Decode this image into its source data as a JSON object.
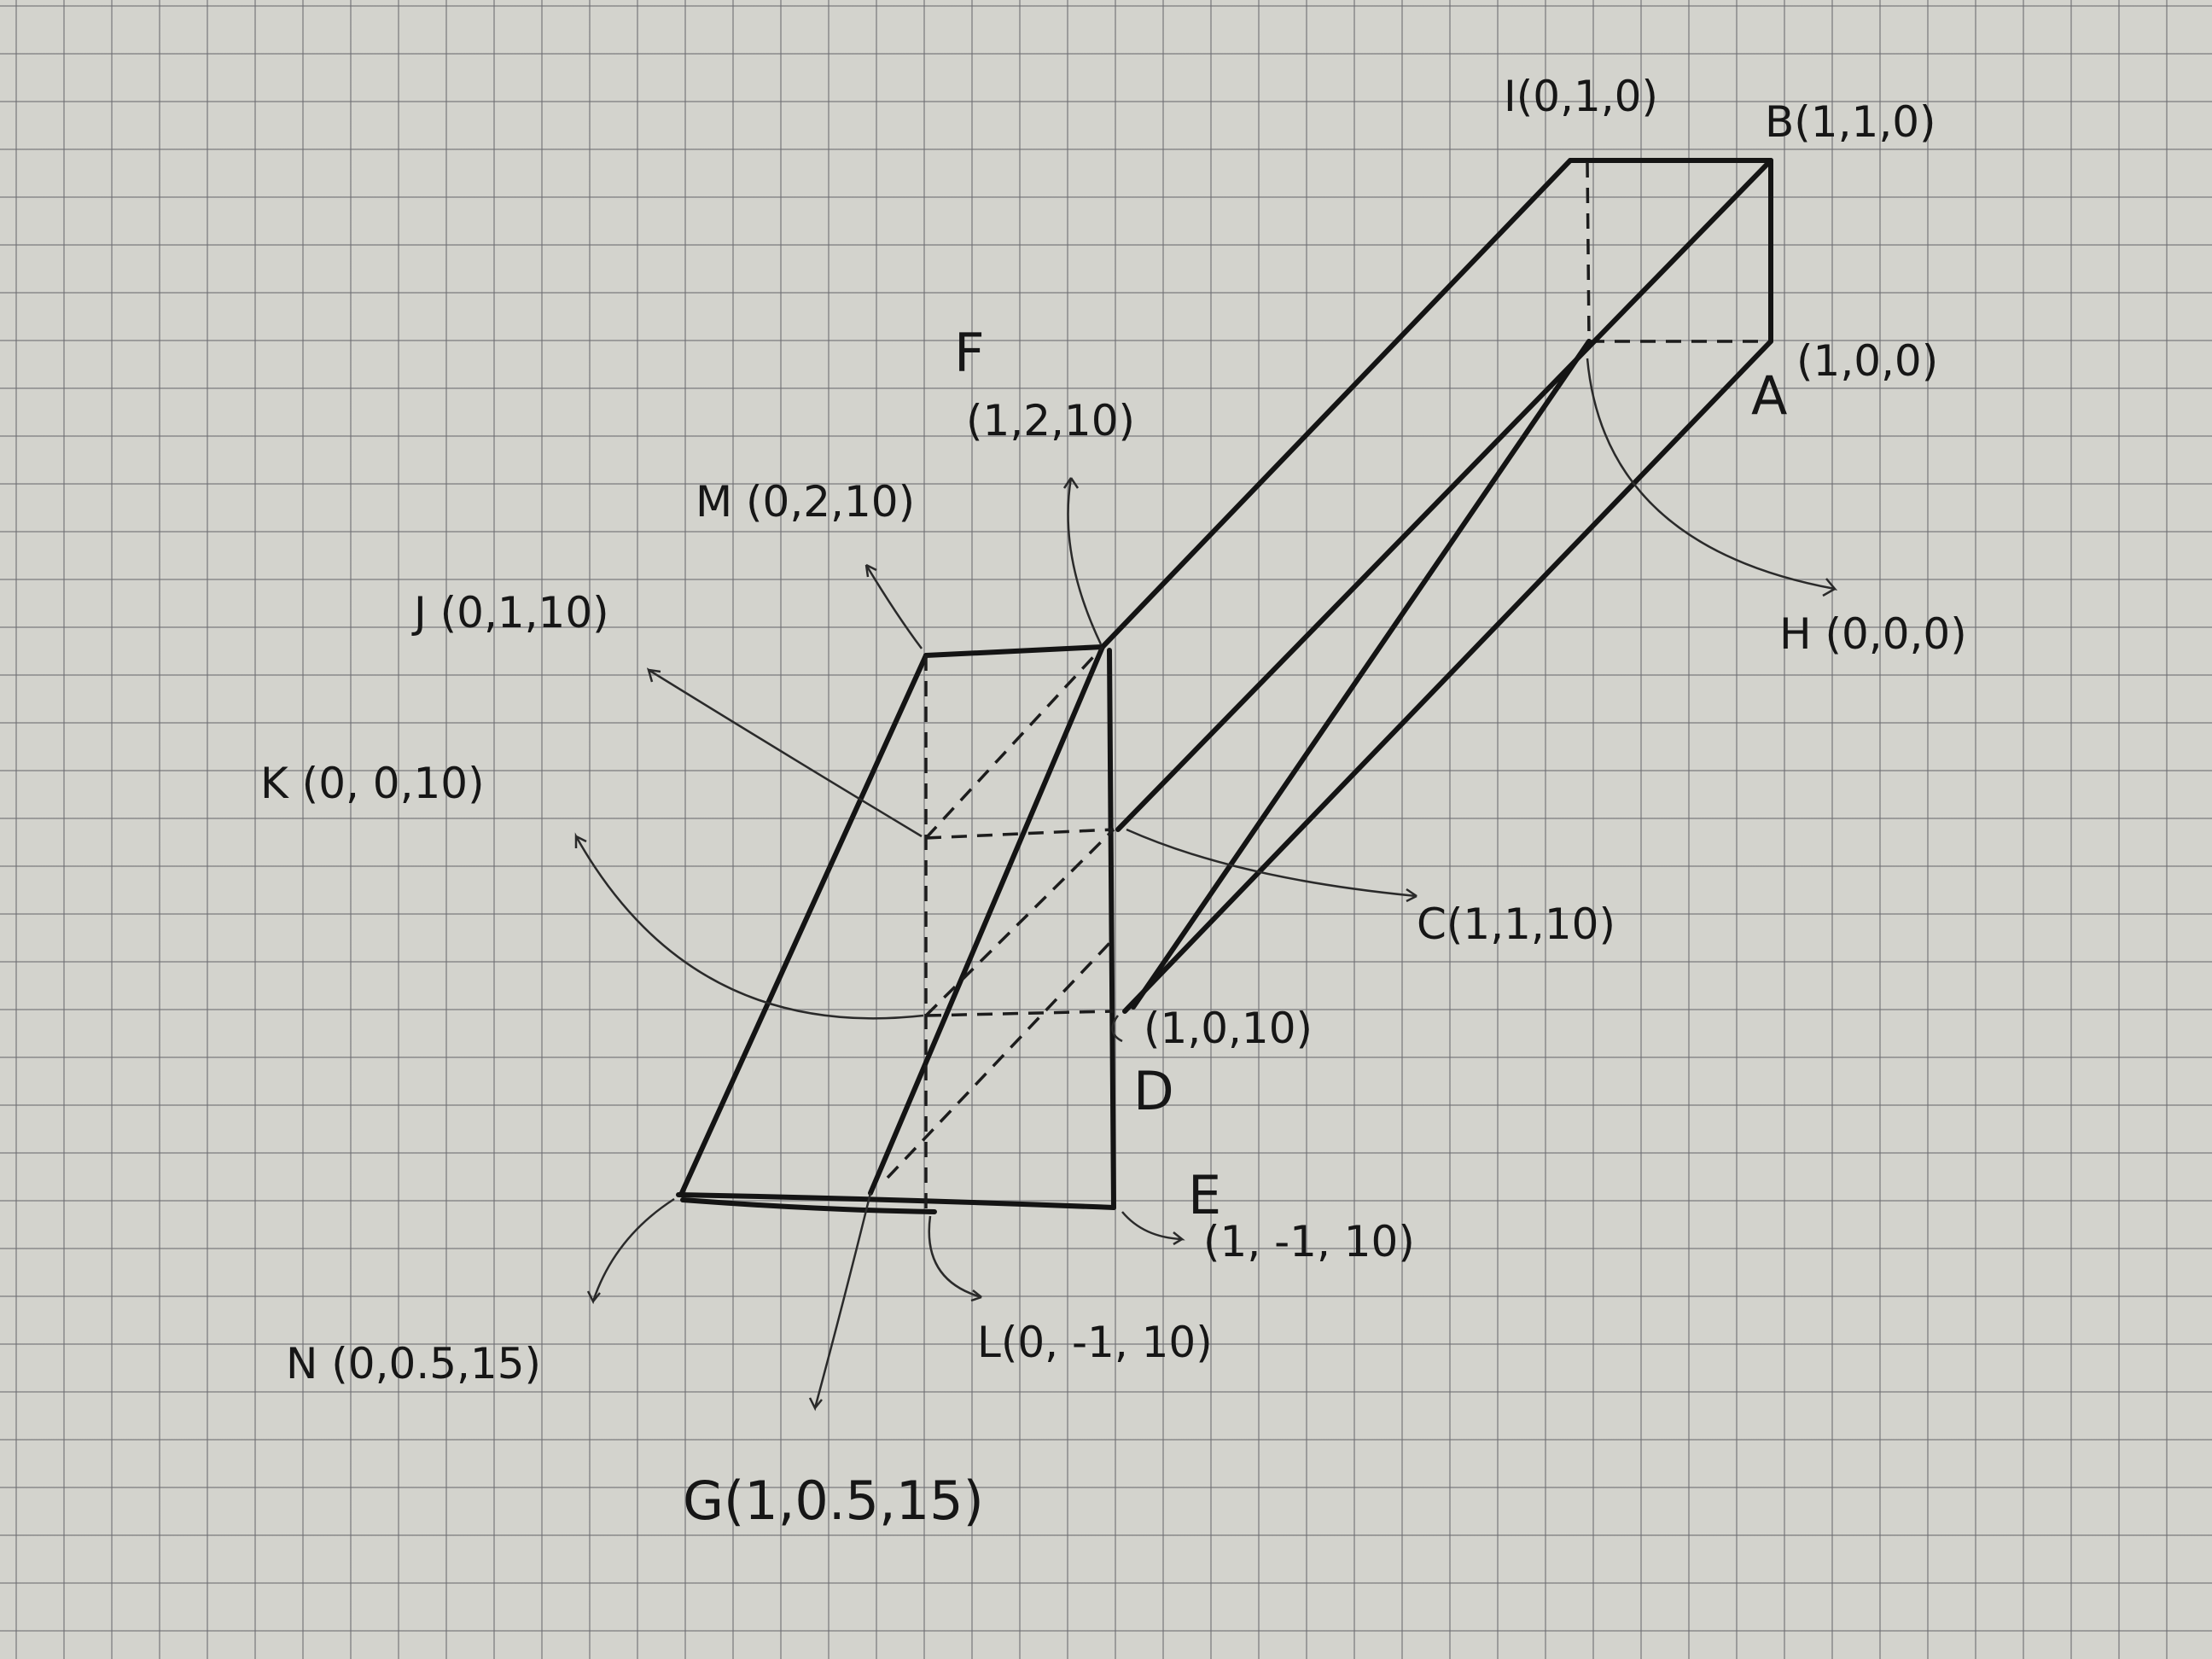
{
  "points": [
    {
      "id": "I",
      "label": "I(0,1,0)"
    },
    {
      "id": "B",
      "label": "B(1,1,0)"
    },
    {
      "id": "A",
      "label": "A",
      "coords": "(1,0,0)"
    },
    {
      "id": "H",
      "label": "H (0,0,0)"
    },
    {
      "id": "F",
      "label": "F",
      "coords": "(1,2,10)"
    },
    {
      "id": "M",
      "label": "M (0,2,10)"
    },
    {
      "id": "J",
      "label": "J (0,1,10)"
    },
    {
      "id": "K",
      "label": "K (0, 0,10)"
    },
    {
      "id": "C",
      "label": "C(1,1,10)"
    },
    {
      "id": "D",
      "label": "D",
      "coords": "(1,0,10)"
    },
    {
      "id": "E",
      "label": "E",
      "coords": "(1, -1, 10)"
    },
    {
      "id": "L",
      "label": "L(0, -1, 10)"
    },
    {
      "id": "N",
      "label": "N (0,0.5,15)"
    },
    {
      "id": "G",
      "label": "G(1,0.5,15)"
    }
  ]
}
